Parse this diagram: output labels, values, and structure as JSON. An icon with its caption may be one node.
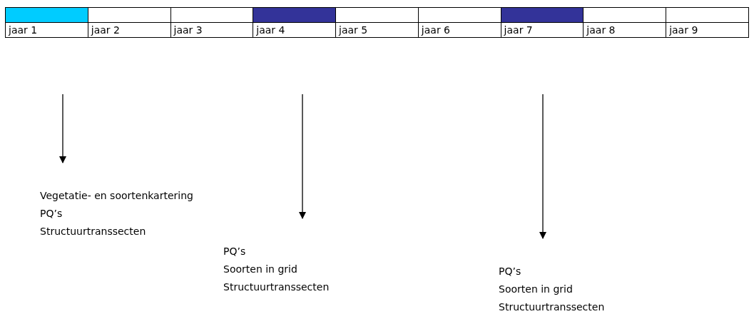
{
  "diagram": {
    "nodes": [
      {
        "text": [
          "Vegetatie- en soortenkartering",
          "PQ’s",
          "Structuurtranssecten"
        ]
      },
      {
        "text": [
          "PQ’s",
          "Soorten in grid",
          "Structuurtranssecten"
        ]
      },
      {
        "text": [
          "PQ’s",
          "Soorten in grid",
          "Structuurtranssecten"
        ]
      }
    ],
    "edges": [
      {
        "from": null,
        "to": 0,
        "arrow": "to"
      },
      {
        "from": null,
        "to": 1,
        "arrow": "to"
      },
      {
        "from": null,
        "to": 2,
        "arrow": "to"
      }
    ],
    "labels": [
      "jaar 1",
      "jaar 2",
      "jaar 3",
      "jaar 4",
      "jaar 5",
      "jaar 6",
      "jaar 7",
      "jaar 8",
      "jaar 9"
    ]
  }
}
